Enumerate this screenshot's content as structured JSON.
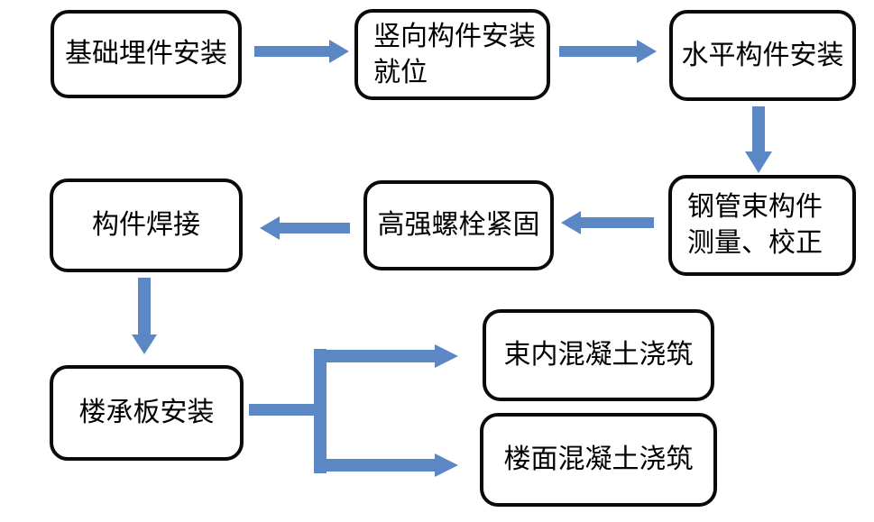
{
  "diagram": {
    "type": "flowchart",
    "background": "#ffffff",
    "colors": {
      "arrow": "#5b87c5",
      "node_border": "#0a0a0a",
      "node_fill": "#ffffff",
      "text": "#000000"
    },
    "nodes": [
      {
        "id": "foundation-embed-install",
        "label": "基础埋件安装"
      },
      {
        "id": "vertical-member-install",
        "label": "竖向构件安装\n就位"
      },
      {
        "id": "horizontal-member-install",
        "label": "水平构件安装"
      },
      {
        "id": "tube-bundle-measure-correct",
        "label": "钢管束构件\n测量、校正"
      },
      {
        "id": "high-strength-bolt-tighten",
        "label": "高强螺栓紧固"
      },
      {
        "id": "member-welding",
        "label": "构件焊接"
      },
      {
        "id": "floor-deck-install",
        "label": "楼承板安装"
      },
      {
        "id": "in-bundle-concrete-pour",
        "label": "束内混凝土浇筑"
      },
      {
        "id": "floor-concrete-pour",
        "label": "楼面混凝土浇筑"
      }
    ],
    "edges": [
      {
        "from": "基础埋件安装",
        "to": "竖向构件安装就位",
        "direction": "right"
      },
      {
        "from": "竖向构件安装就位",
        "to": "水平构件安装",
        "direction": "right"
      },
      {
        "from": "水平构件安装",
        "to": "钢管束构件测量、校正",
        "direction": "down"
      },
      {
        "from": "钢管束构件测量、校正",
        "to": "高强螺栓紧固",
        "direction": "left"
      },
      {
        "from": "高强螺栓紧固",
        "to": "构件焊接",
        "direction": "left"
      },
      {
        "from": "构件焊接",
        "to": "楼承板安装",
        "direction": "down"
      },
      {
        "from": "楼承板安装",
        "to": "束内混凝土浇筑",
        "direction": "right-fork"
      },
      {
        "from": "楼承板安装",
        "to": "楼面混凝土浇筑",
        "direction": "right-fork"
      }
    ]
  }
}
